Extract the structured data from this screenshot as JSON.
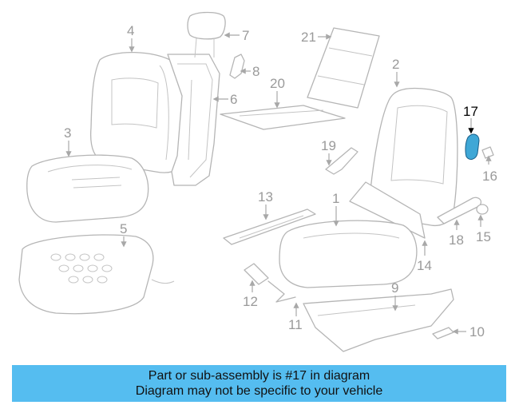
{
  "diagram": {
    "callouts": [
      "1",
      "2",
      "3",
      "4",
      "5",
      "6",
      "7",
      "8",
      "9",
      "10",
      "11",
      "12",
      "13",
      "14",
      "15",
      "16",
      "17",
      "18",
      "19",
      "20",
      "21"
    ],
    "highlight_part": "17",
    "colors": {
      "outline": "#b5b5b5",
      "highlight_fill": "#3fa7d6",
      "banner_bg": "#55bdf0",
      "callout_text": "#9a9a9a"
    }
  },
  "banner": {
    "line1": "Part or sub-assembly is #17 in diagram",
    "line2": "Diagram may not be specific to your vehicle"
  }
}
